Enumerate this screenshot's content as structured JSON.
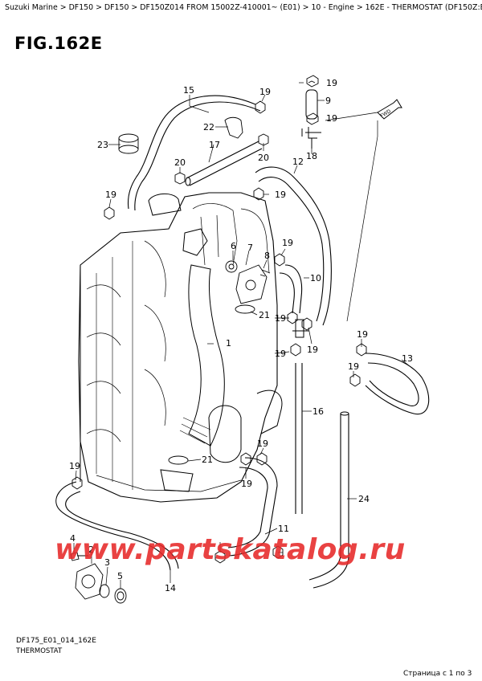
{
  "breadcrumb": "Suzuki Marine > DF150 > DF150 > DF150Z014 FROM 15002Z-410001~ (E01) > 10 - Engine > 162E - THERMOSTAT (DF150Z:E01)",
  "figure": {
    "title": "FIG.162E"
  },
  "fwd_label": "FWD",
  "callouts": [
    "1",
    "2",
    "3",
    "4",
    "5",
    "6",
    "7",
    "8",
    "9",
    "10",
    "11",
    "12",
    "13",
    "14",
    "15",
    "16",
    "17",
    "18",
    "19",
    "19",
    "19",
    "19",
    "19",
    "19",
    "19",
    "19",
    "19",
    "19",
    "19",
    "19",
    "19",
    "19",
    "20",
    "20",
    "21",
    "21",
    "22",
    "23",
    "24"
  ],
  "footer": {
    "code": "DF175_E01_014_162E",
    "name": "THERMOSTAT"
  },
  "page_info": "Страница с 1 по 3",
  "watermark": "www.partskatalog.ru",
  "colors": {
    "line": "#000000",
    "watermark": "#e62828"
  }
}
